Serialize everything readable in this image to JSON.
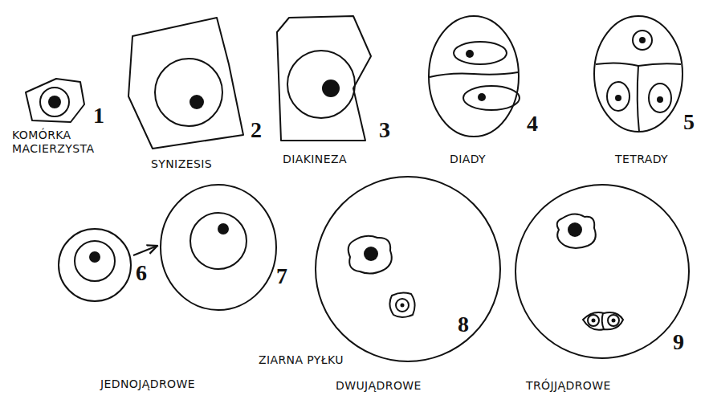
{
  "diagram": {
    "labels": [
      "1",
      "2",
      "3",
      "4",
      "5",
      "KOMÓRKA MACIERZYSTA",
      "SYNIZESIS",
      "DIAKINEZA",
      "DIADY",
      "TETRADY",
      "6",
      "7",
      "8",
      "9",
      "ZIARNA PYŁKU",
      "JEDNOJĄDROWE",
      "DWUJĄDROWE",
      "TRÓJJĄDROWE"
    ]
  }
}
